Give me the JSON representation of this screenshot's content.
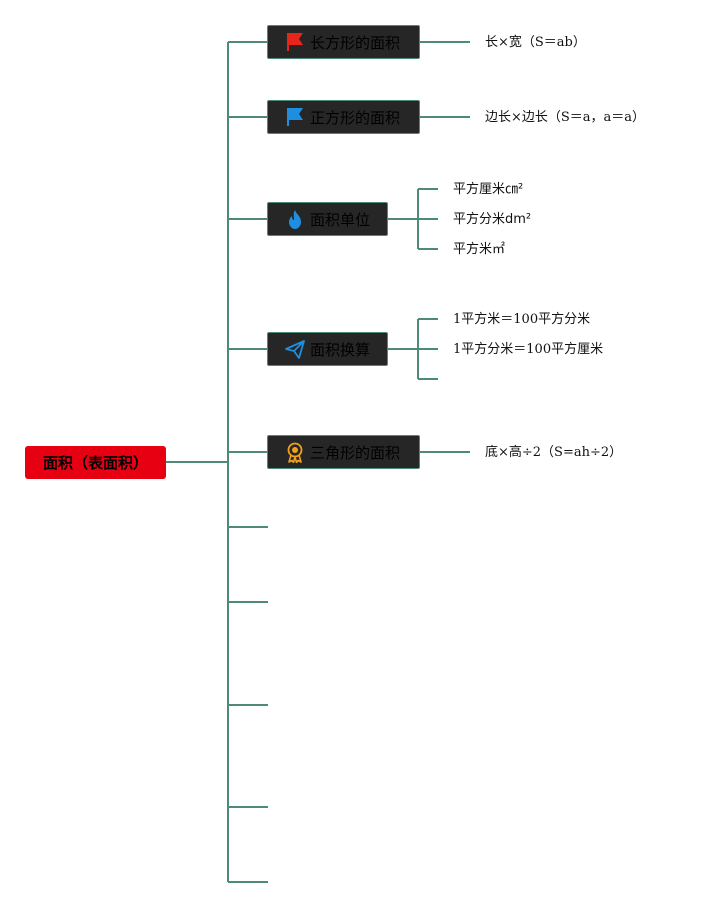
{
  "root": {
    "label": "面积（表面积）",
    "color": "#e60012"
  },
  "line_color": "#4e8a78",
  "topics": [
    {
      "label": "长方形的面积",
      "icon": "red-flag-icon",
      "leaves": [
        "长×宽（S＝ab）"
      ]
    },
    {
      "label": "正方形的面积",
      "icon": "blue-flag-icon",
      "leaves": [
        "边长×边长（S＝a，a＝a）"
      ]
    },
    {
      "label": "面积单位",
      "icon": "flame-icon",
      "leaves": [
        "平方厘米㎝²",
        "平方分米dm²",
        "平方米㎡"
      ]
    },
    {
      "label": "面积换算",
      "icon": "paper-plane-icon",
      "leaves": [
        "1平方米＝100平方分米",
        "1平方分米＝100平方厘米",
        ""
      ]
    },
    {
      "label": "三角形的面积",
      "icon": "award-ribbon-icon",
      "leaves": [
        "底×高÷2（S=ah÷2）"
      ]
    }
  ]
}
